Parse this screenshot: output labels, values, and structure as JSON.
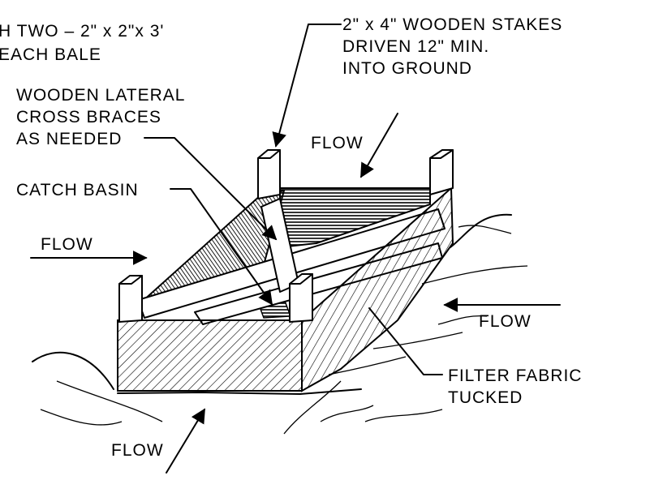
{
  "labels": {
    "stakes_per_bale": [
      "H TWO – 2\" x 2\"x 3'",
      "EACH BALE"
    ],
    "wooden_stakes": [
      "2\" x 4\" WOODEN STAKES",
      "DRIVEN 12\" MIN.",
      "INTO GROUND"
    ],
    "cross_braces": [
      "WOODEN LATERAL",
      "CROSS BRACES",
      "AS NEEDED"
    ],
    "catch_basin": "CATCH BASIN",
    "filter_fabric": [
      "FILTER FABRIC",
      "TUCKED"
    ],
    "flow": "FLOW"
  }
}
